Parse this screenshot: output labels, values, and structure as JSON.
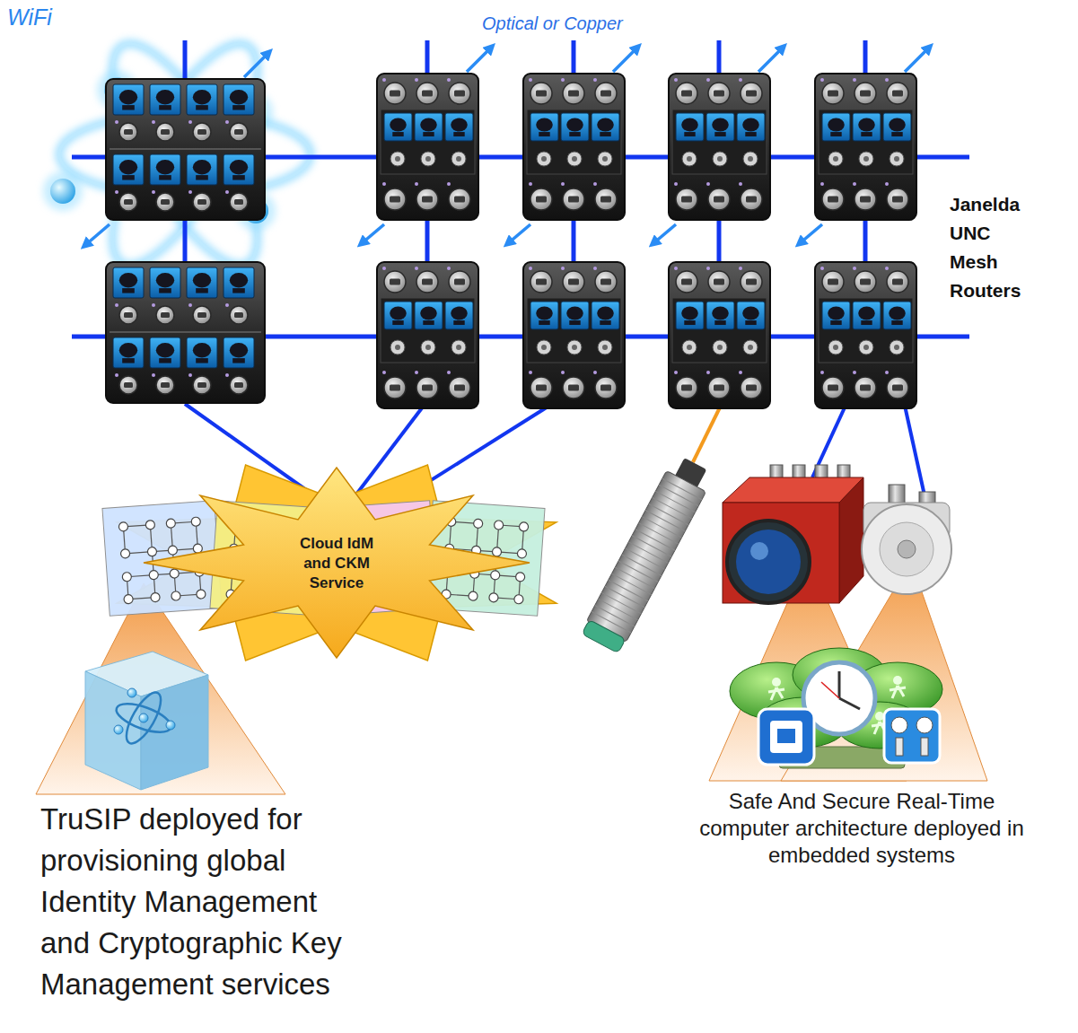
{
  "diagram": {
    "nodes": [
      {
        "text": [
          "Cloud IdM and CKM Service"
        ]
      },
      {
        "text": [
          "TruSIP deployed for provisioning global Identity Management and Cryptographic Key Management services"
        ]
      },
      {
        "text": [
          "Safe And Secure Real-Time computer architecture deployed in embedded systems"
        ]
      }
    ],
    "labels": [
      "WiFi",
      "Optical or Copper",
      "Janelda UNC Mesh Routers"
    ]
  }
}
